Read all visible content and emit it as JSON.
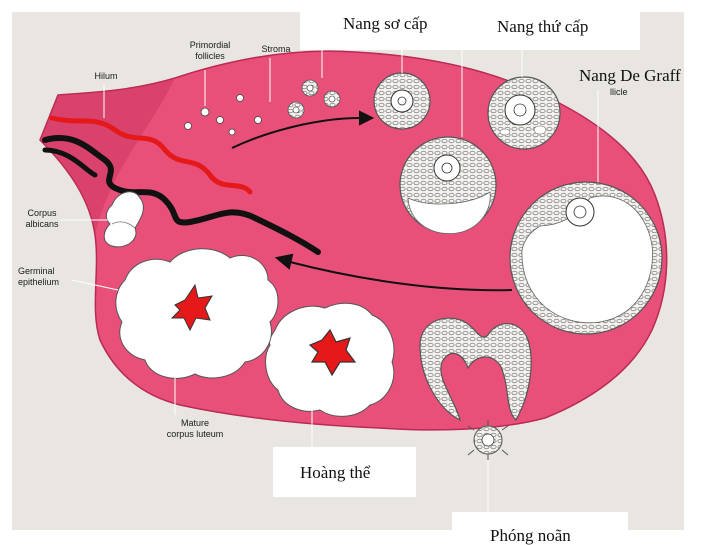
{
  "colors": {
    "ovary": "#e8507a",
    "ovary_dark": "#c8305a",
    "background_plate": "#e9e6e1",
    "artery": "#e51919",
    "vessel_dark": "#111111",
    "follicle_fill": "#ffffff",
    "corpus_luteum_core": "#e51919"
  },
  "labels_en": {
    "primordial_follicles_line1": "Primordial",
    "primordial_follicles_line2": "follicles",
    "stroma": "Stroma",
    "hilum": "Hilum",
    "corpus_albicans_line1": "Corpus",
    "corpus_albicans_line2": "albicans",
    "germinal_epithelium_line1": "Germinal",
    "germinal_epithelium_line2": "epithelium",
    "mature_corpus_luteum_line1": "Mature",
    "mature_corpus_luteum_line2": "corpus luteum",
    "follicle_partial": "llicle"
  },
  "labels_vn": {
    "primary_follicle": "Nang sơ cấp",
    "secondary_follicle": "Nang thứ cấp",
    "graafian_follicle": "Nang De Graff",
    "corpus_luteum": "Hoàng thể",
    "ovulation": "Phóng noãn"
  }
}
